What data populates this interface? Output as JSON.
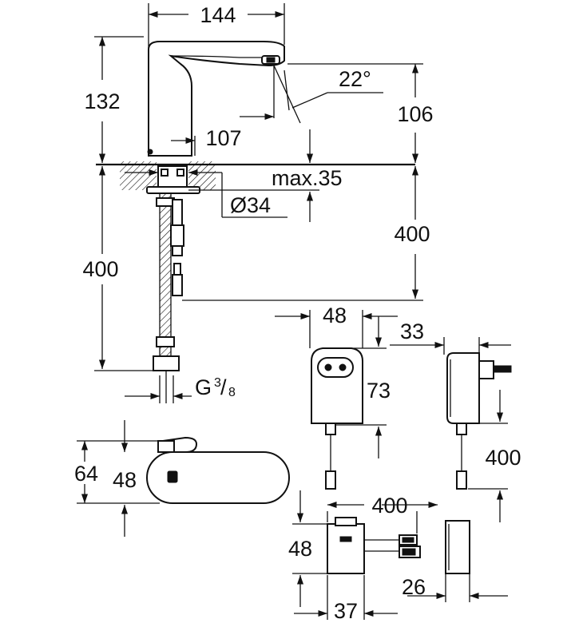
{
  "dimensions": {
    "spout_width": "144",
    "height_above_deck": "132",
    "spray_angle": "22°",
    "spout_projection": "107",
    "spout_height": "106",
    "deck_thickness": "max.35",
    "hole_diameter": "Ø34",
    "hose_length_right": "400",
    "hose_length_left": "400",
    "connection_thread_prefix": "G",
    "connection_thread_num": "3",
    "connection_thread_den": "8",
    "adapter_width": "48",
    "adapter_height": "73",
    "adapter_depth": "33",
    "adapter_cable": "400",
    "top_view_height": "64",
    "top_view_width": "48",
    "box_cable": "400",
    "box_height": "48",
    "box_width": "37",
    "cover_width": "26"
  }
}
